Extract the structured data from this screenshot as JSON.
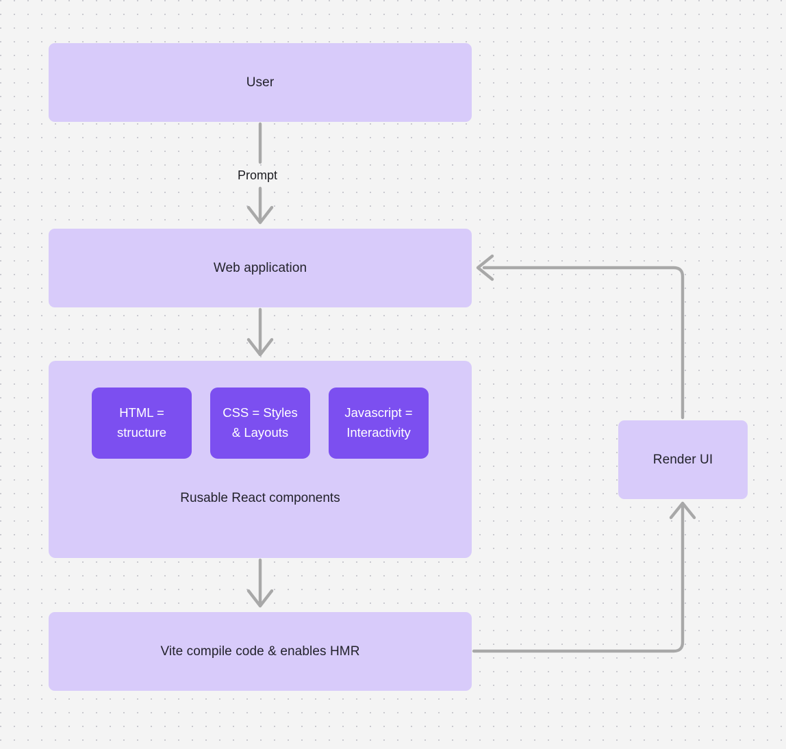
{
  "canvas": {
    "background_color": "#f4f4f4",
    "dot_color": "#c9c9cf",
    "node_fill": "#d8cbfa",
    "chip_fill": "#7c4ff0",
    "edge_color": "#a8a8a8",
    "text_color": "#22222b"
  },
  "diagram": {
    "type": "flowchart",
    "nodes": {
      "user": {
        "label": "User"
      },
      "webapp": {
        "label": "Web application"
      },
      "components": {
        "caption": "Rusable React components",
        "chips": [
          {
            "label": "HTML =\nstructure"
          },
          {
            "label": "CSS = Styles\n& Layouts"
          },
          {
            "label": "Javascript =\nInteractivity"
          }
        ]
      },
      "vite": {
        "label": "Vite compile code & enables HMR"
      },
      "render": {
        "label": "Render UI"
      }
    },
    "edges": [
      {
        "from": "user",
        "to": "webapp",
        "label": "Prompt"
      },
      {
        "from": "webapp",
        "to": "components",
        "label": ""
      },
      {
        "from": "components",
        "to": "vite",
        "label": ""
      },
      {
        "from": "vite",
        "to": "render",
        "label": ""
      },
      {
        "from": "render",
        "to": "webapp",
        "label": ""
      }
    ]
  }
}
